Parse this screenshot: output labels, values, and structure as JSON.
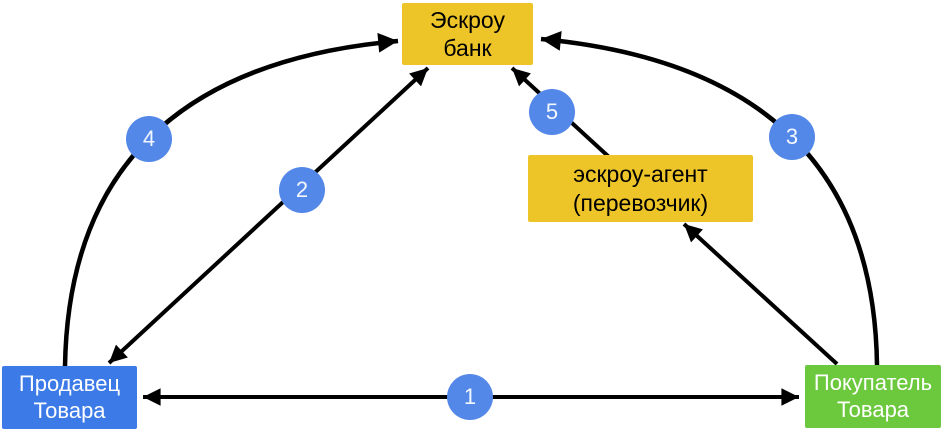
{
  "diagram": {
    "type": "flow-diagram",
    "nodes": {
      "escrow_bank": {
        "label": "Эскроу\nбанк",
        "fill": "#EDC528",
        "text_color": "#000000"
      },
      "escrow_agent": {
        "label": "эскроу-агент\n(перевозчик)",
        "fill": "#EDC528",
        "text_color": "#000000"
      },
      "seller": {
        "label": "Продавец\nТовара",
        "fill": "#3B7AE7",
        "text_color": "#FFFFFF"
      },
      "buyer": {
        "label": "Покупатель\nТовара",
        "fill": "#6CC93E",
        "text_color": "#FFFFFF"
      }
    },
    "steps": [
      {
        "number": "1",
        "from": "buyer",
        "to": "seller",
        "shape": "straight",
        "arrowheads": "both"
      },
      {
        "number": "2",
        "from": "seller",
        "to": "escrow_bank",
        "shape": "straight",
        "arrowheads": "both"
      },
      {
        "number": "3",
        "from": "buyer",
        "to": "escrow_bank",
        "shape": "arc",
        "arrowheads": "end"
      },
      {
        "number": "4",
        "from": "seller",
        "to": "escrow_bank",
        "shape": "arc",
        "arrowheads": "end"
      },
      {
        "number": "5",
        "from": "escrow_agent",
        "to": "escrow_bank",
        "shape": "straight",
        "arrowheads": "end"
      }
    ],
    "unnumbered_connection": {
      "from": "buyer",
      "to": "escrow_agent",
      "shape": "straight",
      "arrowheads": "end"
    },
    "colors": {
      "background": "#FFFFFF",
      "arrow": "#000000",
      "step_badge_fill": "#5488E8",
      "step_badge_text": "#FFFFFF"
    }
  }
}
